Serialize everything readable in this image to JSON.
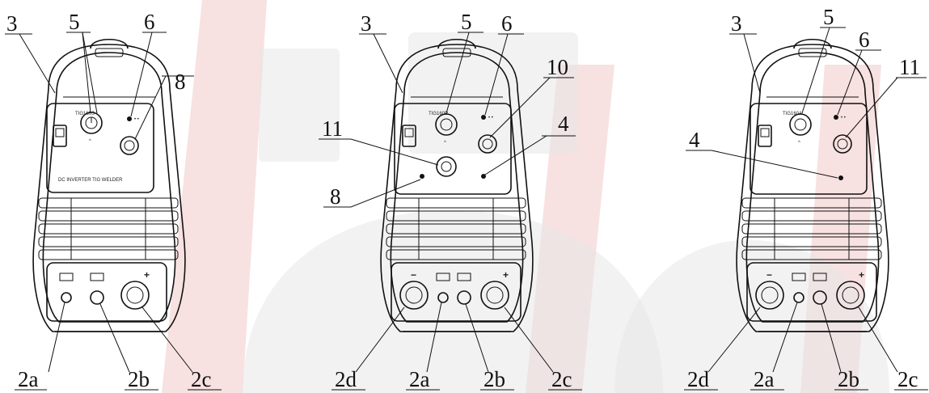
{
  "colors": {
    "watermark_red": "#e88a8a",
    "watermark_grey": "#d0d0d0",
    "ink": "#111111"
  },
  "machines": [
    {
      "id": "m1",
      "model_label": "TIG160S",
      "bottom_text": "DC INVERTER TIG WELDER",
      "callouts": {
        "c3": "3",
        "c5": "5",
        "c6": "6",
        "c8": "8",
        "c2a": "2a",
        "c2b": "2b",
        "c2c": "2c"
      }
    },
    {
      "id": "m2",
      "model_label": "TIG160P",
      "callouts": {
        "c3": "3",
        "c5": "5",
        "c6": "6",
        "c10": "10",
        "c11": "11",
        "c4": "4",
        "c8": "8",
        "c2d": "2d",
        "c2a": "2a",
        "c2b": "2b",
        "c2c": "2c"
      }
    },
    {
      "id": "m3",
      "model_label": "TIG160A",
      "callouts": {
        "c3": "3",
        "c5": "5",
        "c6": "6",
        "c11": "11",
        "c4": "4",
        "c2d": "2d",
        "c2a": "2a",
        "c2b": "2b",
        "c2c": "2c"
      }
    }
  ],
  "panel_marks": {
    "minus": "−",
    "plus": "+",
    "dots": "• •",
    "caret": "^"
  }
}
